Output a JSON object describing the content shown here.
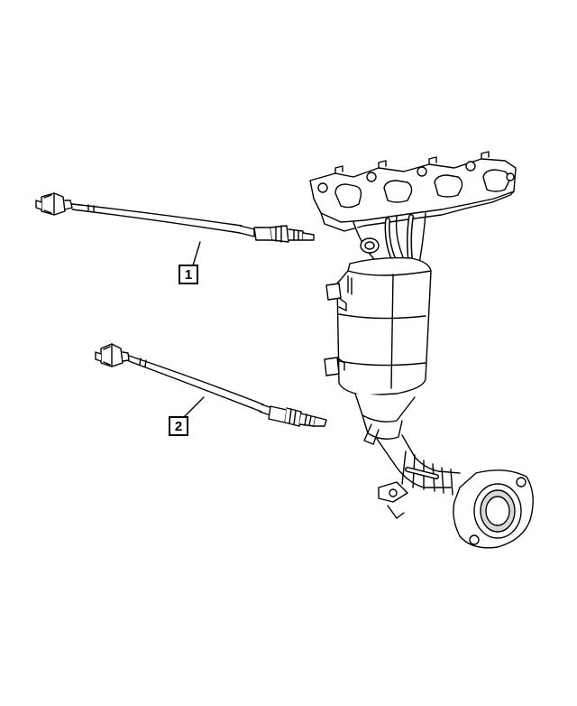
{
  "diagram": {
    "callouts": [
      {
        "label": "1",
        "part": "oxygen-sensor-upstream"
      },
      {
        "label": "2",
        "part": "oxygen-sensor-downstream"
      }
    ],
    "colors": {
      "line": "#000000",
      "background": "#ffffff",
      "fill": "#ffffff",
      "shade": "#d8d8d8"
    }
  }
}
